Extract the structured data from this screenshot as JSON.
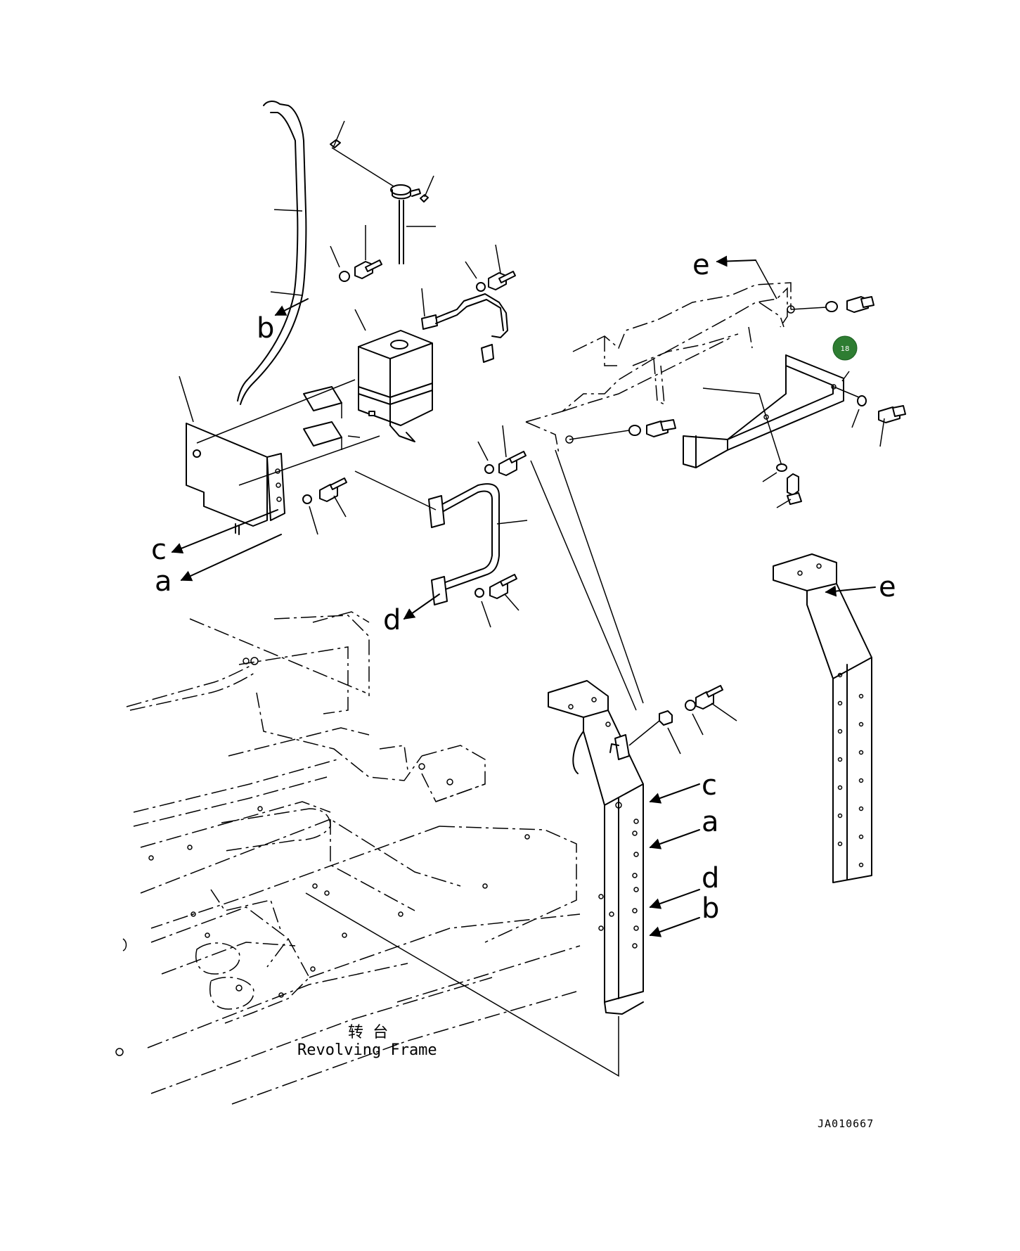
{
  "callouts": {
    "e1": "e",
    "e2": "e",
    "b1": "b",
    "b2": "b",
    "c1": "c",
    "c2": "c",
    "a1": "a",
    "a2": "a",
    "d1": "d",
    "d2": "d"
  },
  "part_marker": {
    "label": "18",
    "color": "#2e7d32"
  },
  "frame_caption": {
    "chinese": "转 台",
    "english": "Revolving Frame"
  },
  "drawing_number": "JA010667"
}
